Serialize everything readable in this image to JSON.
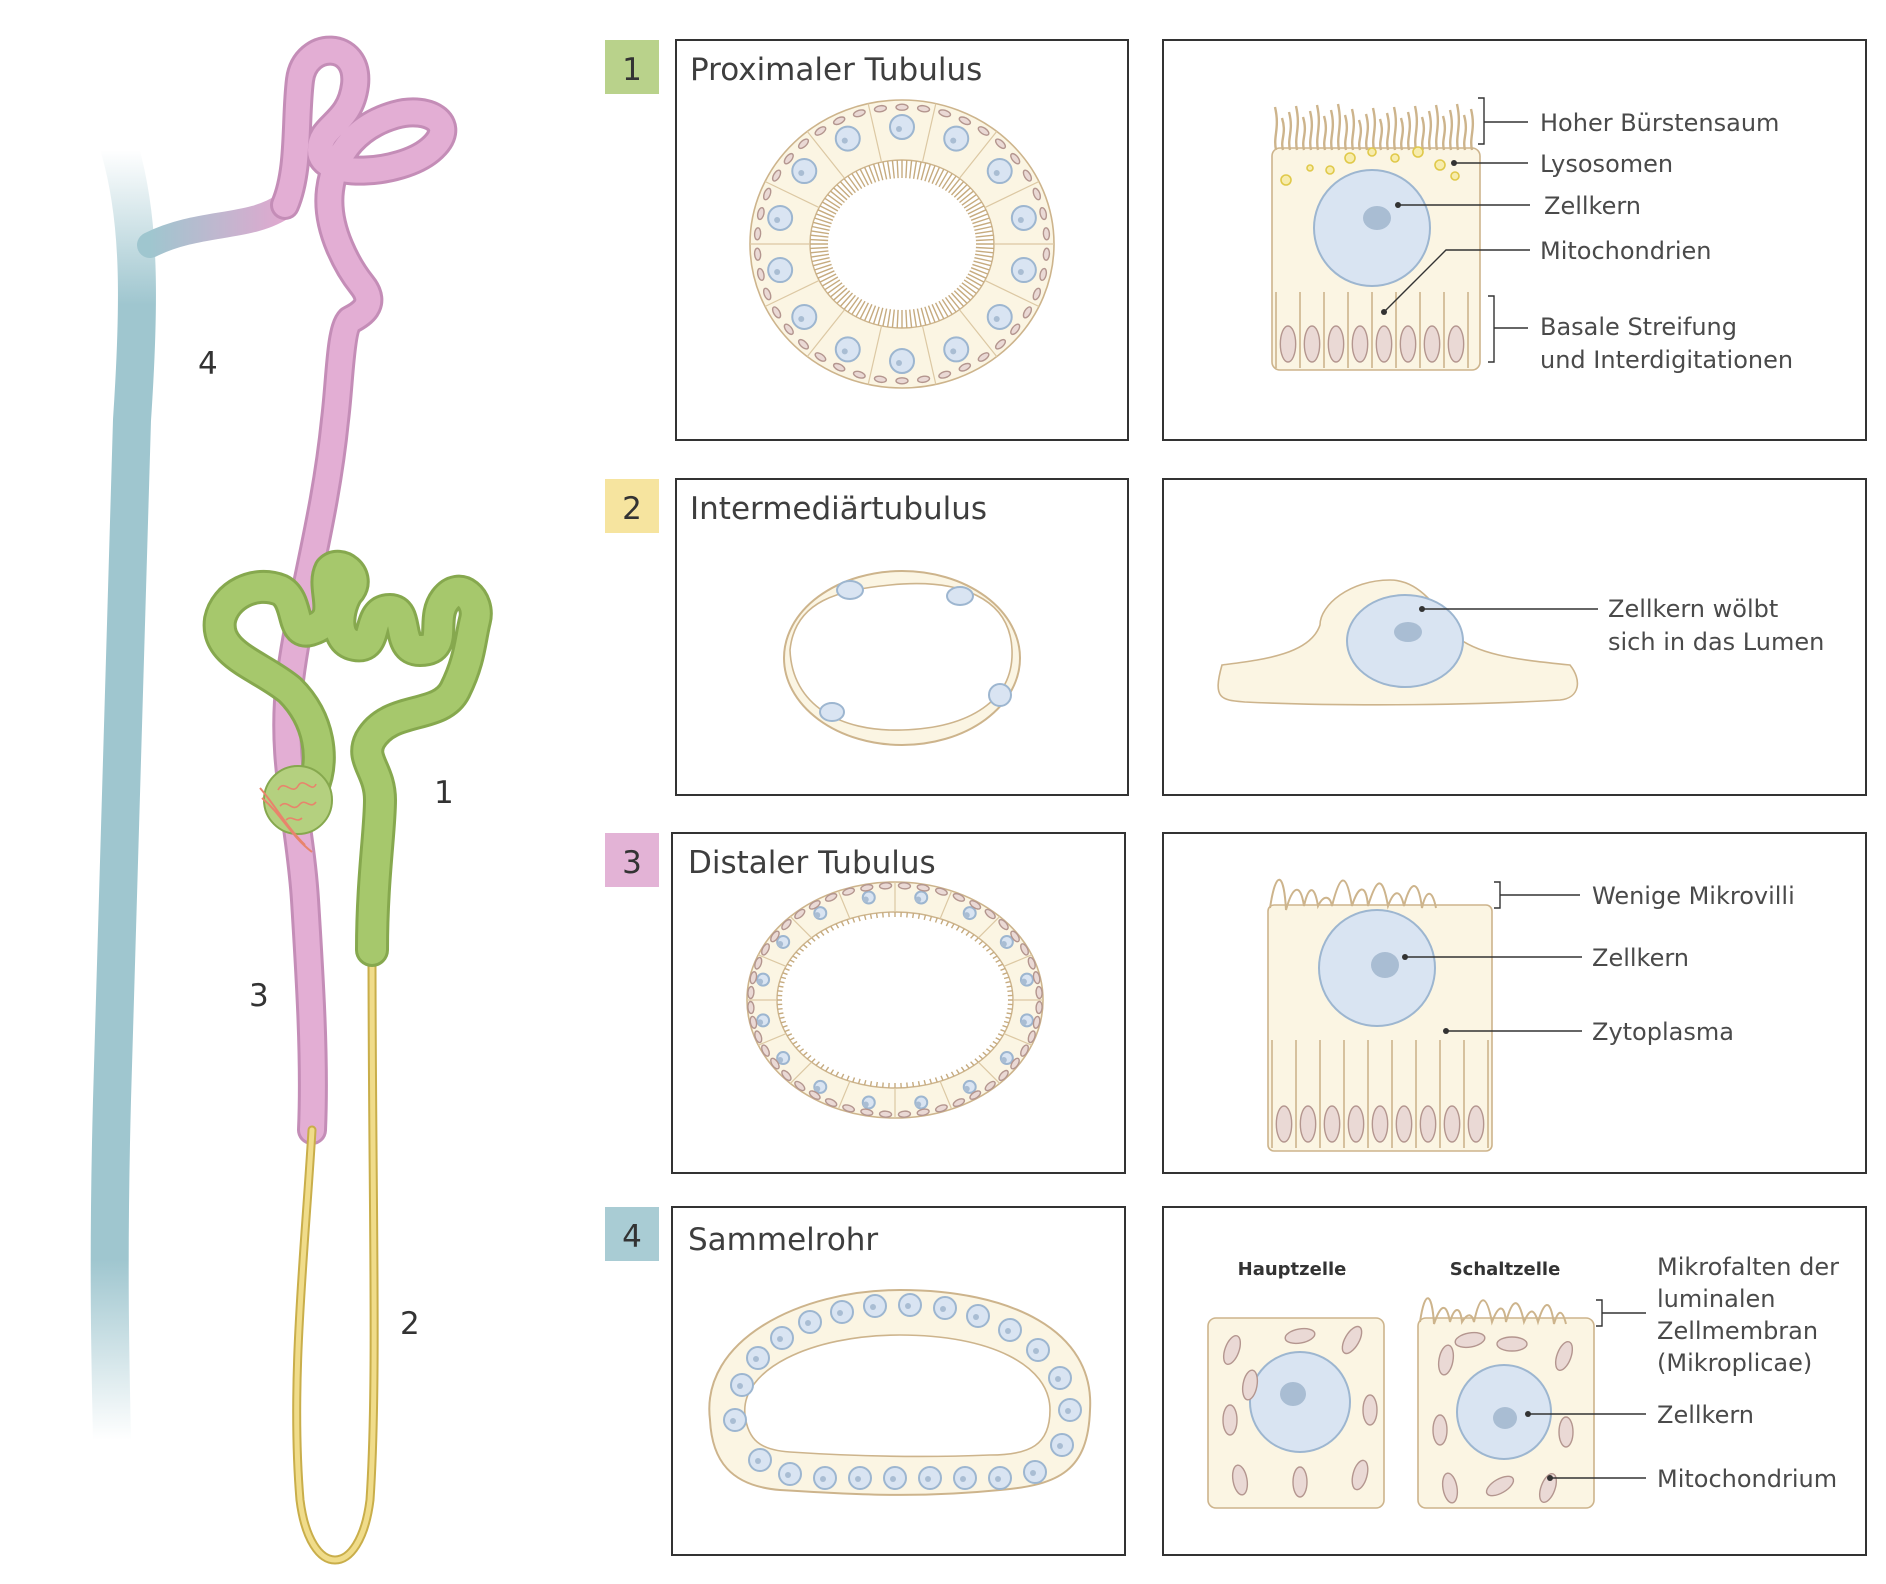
{
  "nephron": {
    "labels": [
      {
        "id": "4",
        "text": "4"
      },
      {
        "id": "1",
        "text": "1"
      },
      {
        "id": "3",
        "text": "3"
      },
      {
        "id": "2",
        "text": "2"
      }
    ],
    "colors": {
      "collecting_duct": "#9fc6cf",
      "distal": "#e0a8cf",
      "proximal": "#a6c86c",
      "intermediate": "#e8d276",
      "glomerulus": "#e8846c"
    }
  },
  "sections": [
    {
      "number": "1",
      "badge_color": "#b9d28b",
      "title": "Proximaler Tubulus",
      "callouts": [
        "Hoher Bürstensaum",
        "Lysosomen",
        "Zellkern",
        "Mitochondrien",
        "Basale Streifung",
        "und Interdigitationen"
      ]
    },
    {
      "number": "2",
      "badge_color": "#f6e49f",
      "title": "Intermediärtubulus",
      "callouts": [
        "Zellkern wölbt",
        "sich in das Lumen"
      ]
    },
    {
      "number": "3",
      "badge_color": "#e3b3d6",
      "title": "Distaler Tubulus",
      "callouts": [
        "Wenige Mikrovilli",
        "Zellkern",
        "Zytoplasma"
      ]
    },
    {
      "number": "4",
      "badge_color": "#a9ccd4",
      "title": "Sammelrohr",
      "cell_labels": [
        "Hauptzelle",
        "Schaltzelle"
      ],
      "callouts": [
        "Mikrofalten der",
        "luminalen",
        "Zellmembran",
        "(Mikroplicae)",
        "Zellkern",
        "Mitochondrium"
      ]
    }
  ]
}
